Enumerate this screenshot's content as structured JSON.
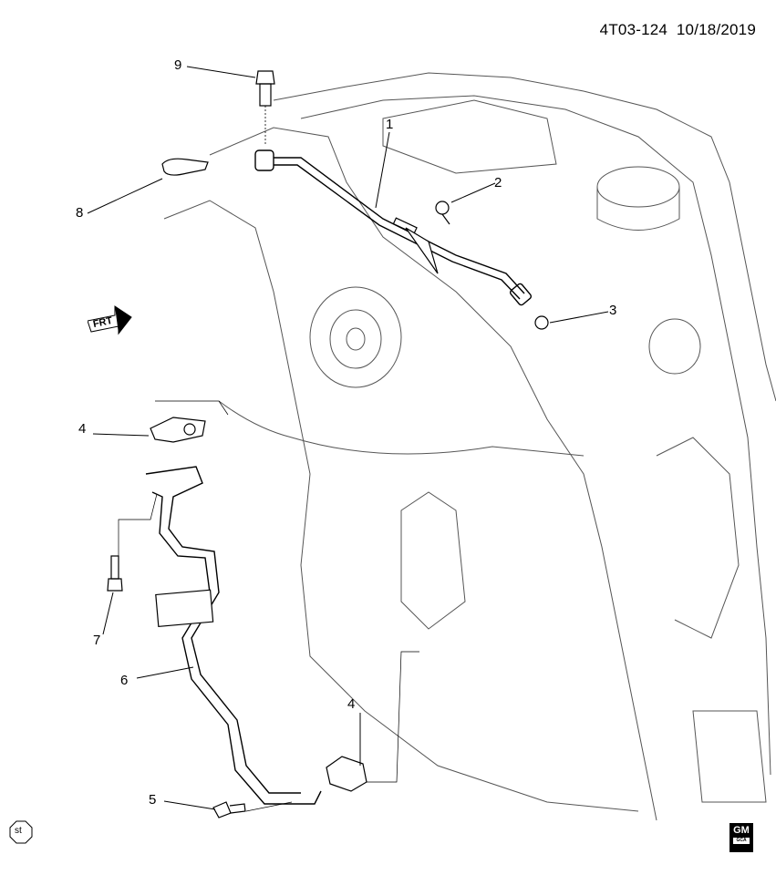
{
  "header": {
    "diagram_code": "4T03-124",
    "date": "10/18/2019"
  },
  "callouts": [
    "1",
    "2",
    "3",
    "4",
    "4",
    "5",
    "6",
    "7",
    "8",
    "9"
  ],
  "direction_indicator": "FRT",
  "logo": {
    "brand": "GM",
    "sub": "GCA"
  },
  "symbol": "st"
}
